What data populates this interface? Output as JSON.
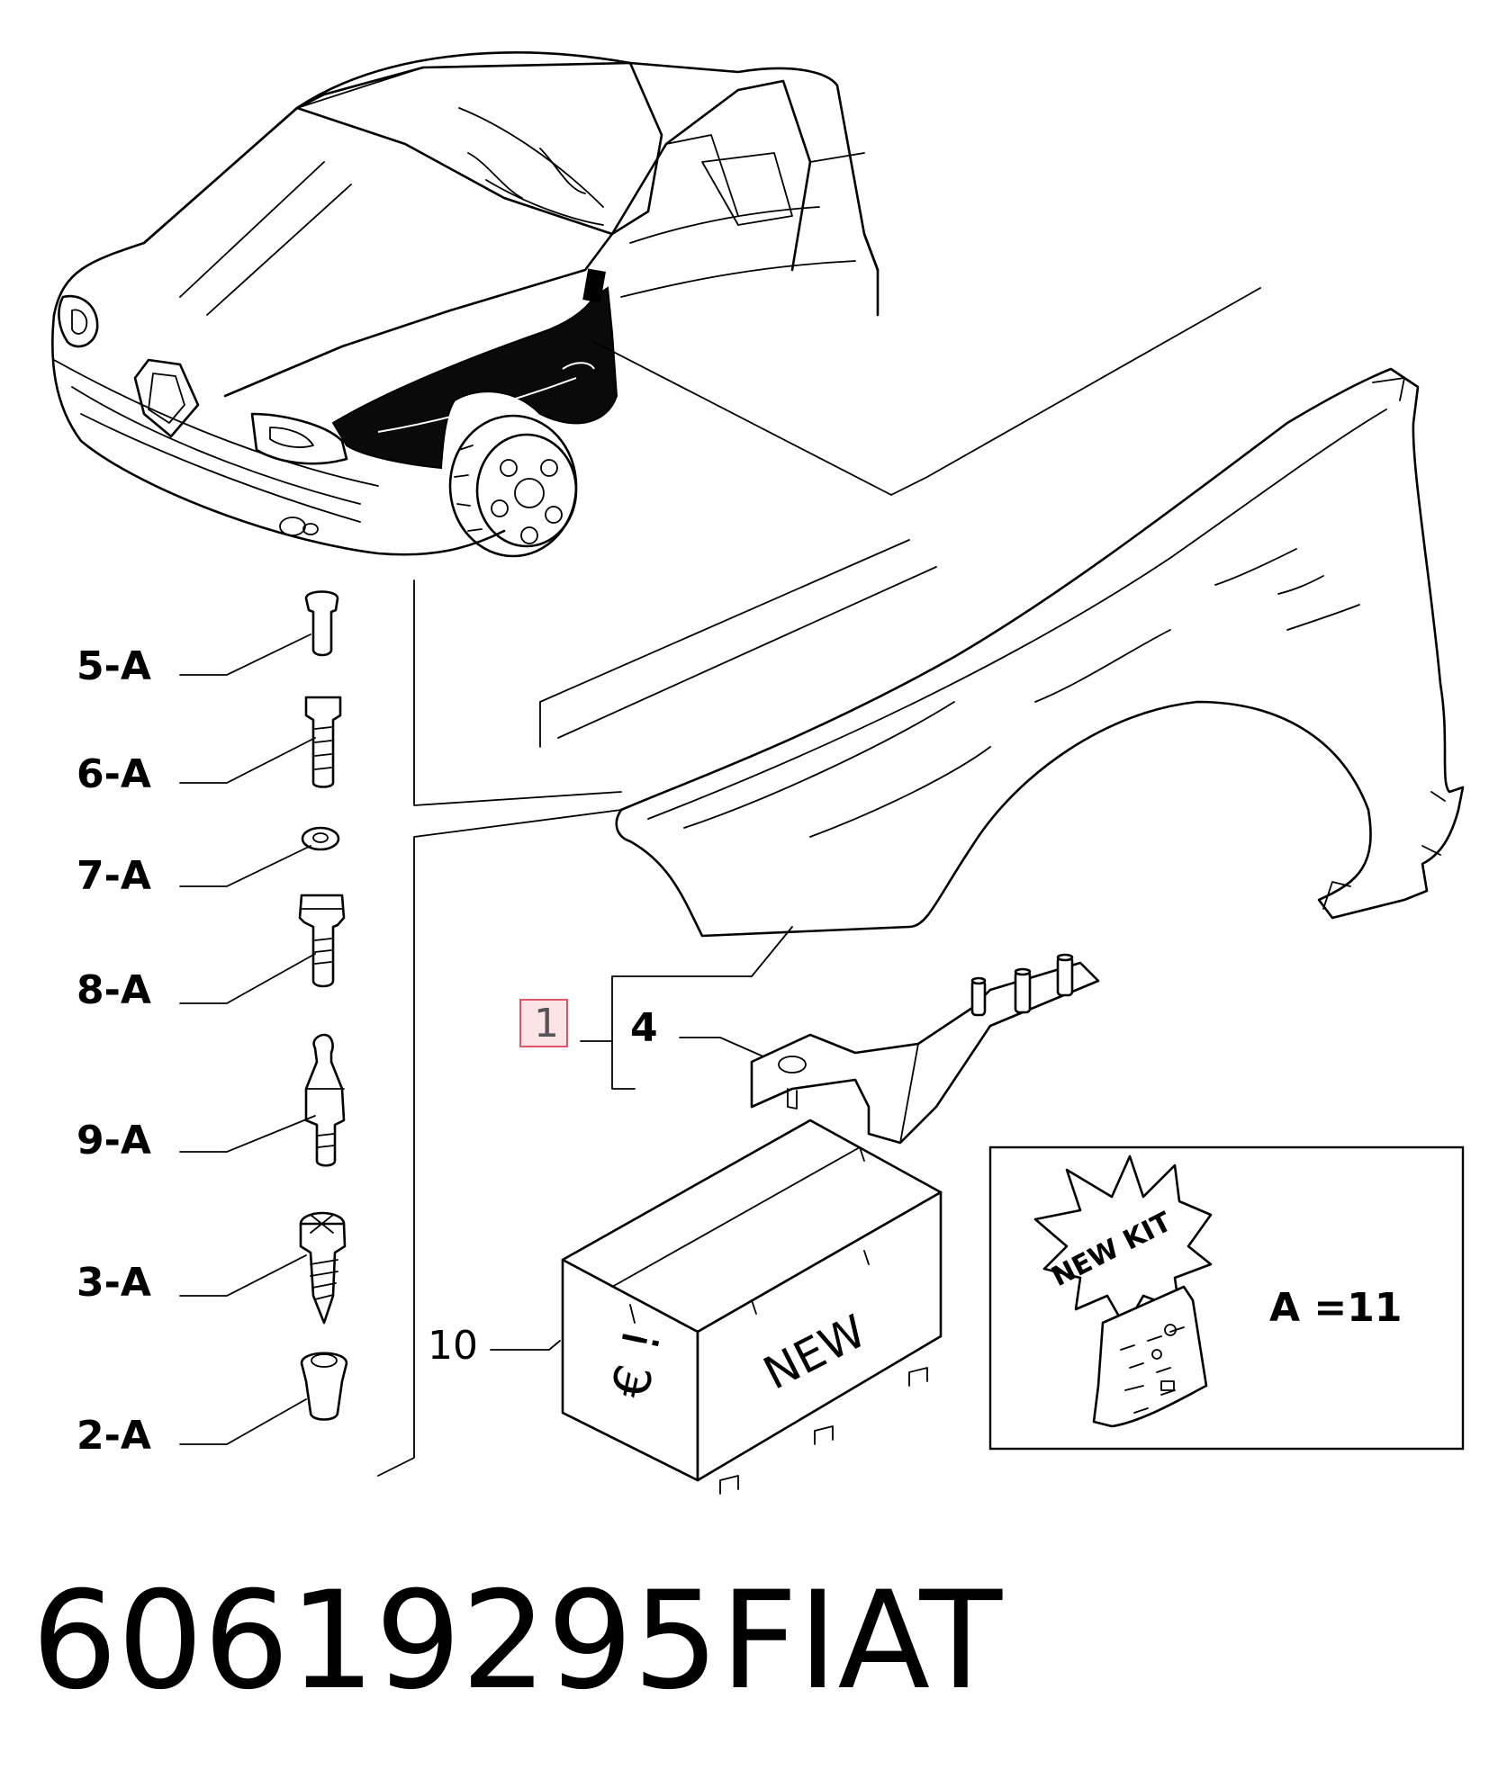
{
  "diagram": {
    "callouts": [
      {
        "id": "1",
        "label": "1",
        "highlighted": true
      },
      {
        "id": "4",
        "label": "4"
      },
      {
        "id": "10",
        "label": "10"
      }
    ],
    "fasteners": [
      {
        "label": "5-A",
        "icon": "rivet-nut-icon"
      },
      {
        "label": "6-A",
        "icon": "hex-bolt-icon"
      },
      {
        "label": "7-A",
        "icon": "washer-icon"
      },
      {
        "label": "8-A",
        "icon": "flange-bolt-icon"
      },
      {
        "label": "9-A",
        "icon": "ball-stud-icon"
      },
      {
        "label": "3-A",
        "icon": "screw-with-washer-icon"
      },
      {
        "label": "2-A",
        "icon": "plastic-nut-icon"
      }
    ],
    "box": {
      "text_left": "€ !",
      "text_right": "NEW"
    },
    "kit": {
      "badge": "NEW KIT",
      "formula": "A =11"
    }
  },
  "footer": {
    "part_number": "60619295",
    "brand": "FIAT"
  },
  "colors": {
    "line": "#000000",
    "highlight_border": "#e0556a",
    "highlight_fill": "#fbe3e6",
    "background": "#ffffff"
  }
}
